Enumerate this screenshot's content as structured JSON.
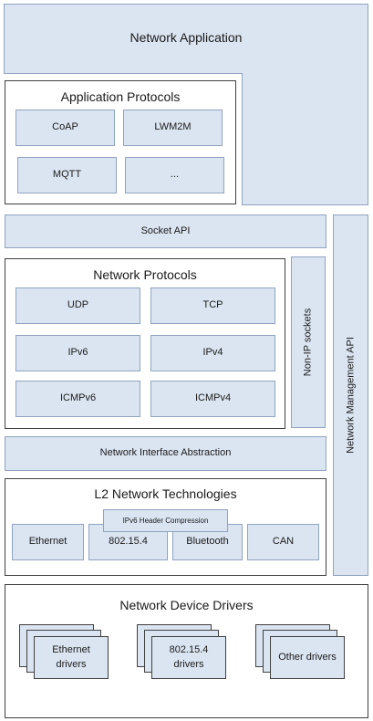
{
  "network_application": {
    "title": "Network Application"
  },
  "application_protocols": {
    "title": "Application Protocols",
    "items": [
      "CoAP",
      "LWM2M",
      "MQTT",
      "..."
    ]
  },
  "socket_api": {
    "label": "Socket API"
  },
  "network_protocols": {
    "title": "Network Protocols",
    "items": [
      "UDP",
      "TCP",
      "IPv6",
      "IPv4",
      "ICMPv6",
      "ICMPv4"
    ]
  },
  "non_ip_sockets": {
    "label": "Non-IP sockets"
  },
  "network_management_api": {
    "label": "Network Management API"
  },
  "network_interface_abstraction": {
    "label": "Network Interface Abstraction"
  },
  "l2_network_technologies": {
    "title": "L2 Network Technologies",
    "items": [
      "Ethernet",
      "802.15.4",
      "Bluetooth",
      "CAN"
    ],
    "header_compression": "IPv6 Header Compression"
  },
  "network_device_drivers": {
    "title": "Network Device Drivers",
    "drivers": [
      {
        "line1": "Ethernet",
        "line2": "drivers"
      },
      {
        "line1": "802.15.4",
        "line2": "drivers"
      },
      {
        "line1": "Other drivers",
        "line2": ""
      }
    ]
  },
  "colors": {
    "block_fill": "#dbe5f1",
    "block_border": "#8fa3c0",
    "frame_border": "#404040"
  }
}
